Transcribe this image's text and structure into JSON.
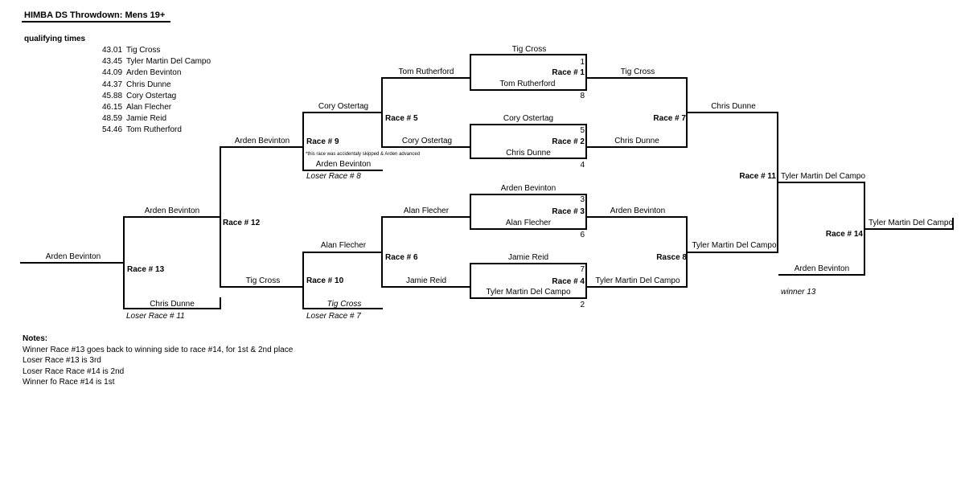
{
  "title": "HIMBA DS Throwdown: Mens 19+",
  "qualifying": {
    "heading": "qualifying times",
    "entries": [
      {
        "time": "43.01",
        "name": "Tig Cross"
      },
      {
        "time": "43.45",
        "name": "Tyler Martin Del Campo"
      },
      {
        "time": "44.09",
        "name": "Arden Bevinton"
      },
      {
        "time": "44.37",
        "name": "Chris Dunne"
      },
      {
        "time": "45.88",
        "name": "Cory Ostertag"
      },
      {
        "time": "46.15",
        "name": "Alan Flecher"
      },
      {
        "time": "48.59",
        "name": "Jamie Reid"
      },
      {
        "time": "54.46",
        "name": "Tom Rutherford"
      }
    ]
  },
  "bracket": {
    "r1_top": "Tig Cross",
    "r1_seed_top": "1",
    "r1_label": "Race # 1",
    "r1_bottom": "Tom Rutherford",
    "r1_seed_bottom": "8",
    "r2_top": "Cory Ostertag",
    "r2_seed_top": "5",
    "r2_label": "Race # 2",
    "r2_bottom": "Chris Dunne",
    "r2_seed_bottom": "4",
    "r3_top": "Arden Bevinton",
    "r3_seed_top": "3",
    "r3_label": "Race # 3",
    "r3_bottom": "Alan Flecher",
    "r3_seed_bottom": "6",
    "r4_top": "Jamie Reid",
    "r4_seed_top": "7",
    "r4_label": "Race # 4",
    "r4_bottom": "Tyler Martin Del Campo",
    "r4_seed_bottom": "2",
    "r5_top": "Tom Rutherford",
    "r5_label": "Race # 5",
    "r5_bottom": "Cory Ostertag",
    "r6_top": "Alan Flecher",
    "r6_label": "Race # 6",
    "r6_bottom": "Jamie Reid",
    "r7_top": "Tig Cross",
    "r7_label": "Race # 7",
    "r7_bottom": "Chris Dunne",
    "r8_top": "Arden Bevinton",
    "r8_label": "Rasce 8",
    "r8_bottom": "Tyler Martin Del Campo",
    "r9_top": "Cory Ostertag",
    "r9_label": "Race # 9",
    "r9_note": "*this race was accidentaly skipped & Arden advanced",
    "r9_bottom": "Arden Bevinton",
    "r9_loser": "Loser Race # 8",
    "r10_top": "Alan Flecher",
    "r10_label": "Race # 10",
    "r10_bottom": "Tig Cross",
    "r10_loser": "Loser Race # 7",
    "r11_top": "Chris Dunne",
    "r11_label": "Race # 11",
    "r11_bottom": "Tyler Martin Del Campo",
    "r12_top": "Arden Bevinton",
    "r12_label": "Race # 12",
    "r12_bottom": "Tig Cross",
    "r13_top": "Arden Bevinton",
    "r13_label": "Race # 13",
    "r13_bottom": "Chris Dunne",
    "r13_loser": "Loser Race # 11",
    "r13_winner": "Arden Bevinton",
    "r14_top": "Tyler Martin Del Campo",
    "r14_label": "Race # 14",
    "r14_bottom": "Arden Bevinton",
    "r14_bottom_note": "winner 13",
    "r14_winner": "Tyler Martin Del Campo"
  },
  "notes": {
    "heading": "Notes:",
    "lines": [
      "Winner Race #13 goes back to winning side to race #14, for 1st & 2nd place",
      "Loser Race #13 is 3rd",
      "Loser Race Race #14 is 2nd",
      "Winner fo Race #14 is 1st"
    ]
  }
}
